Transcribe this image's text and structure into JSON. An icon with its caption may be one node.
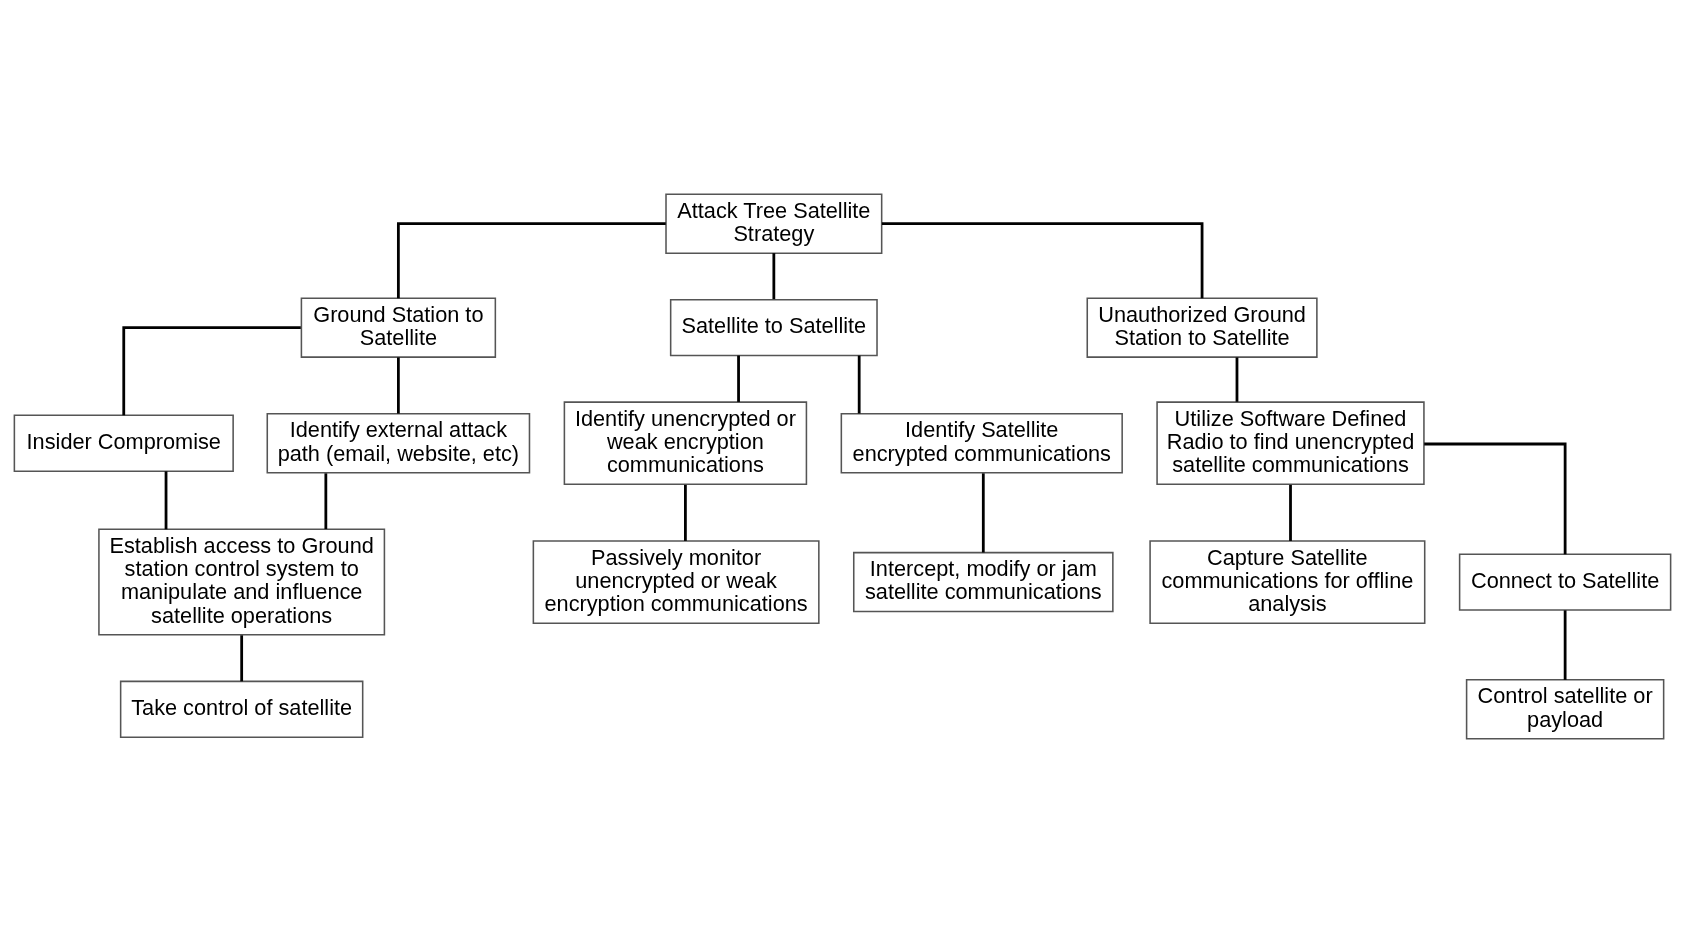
{
  "diagram": {
    "nodes": [
      {
        "text": [
          "Attack Tree Satellite Strategy"
        ]
      },
      {
        "text": [
          "Ground Station to Satellite"
        ]
      },
      {
        "text": [
          "Satellite to Satellite"
        ]
      },
      {
        "text": [
          "Unauthorized Ground Station to Satellite"
        ]
      },
      {
        "text": [
          "Insider Compromise"
        ]
      },
      {
        "text": [
          "Identify external attack path (email, website, etc)"
        ]
      },
      {
        "text": [
          "Establish access to Ground station control system to manipulate and influence satellite operations"
        ]
      },
      {
        "text": [
          "Take control of satellite"
        ]
      },
      {
        "text": [
          "Identify unencrypted or weak encryption communications"
        ]
      },
      {
        "text": [
          "Passively monitor unencrypted or weak encryption communications"
        ]
      },
      {
        "text": [
          "Identify Satellite encrypted communications"
        ]
      },
      {
        "text": [
          "Intercept, modify or jam satellite communications"
        ]
      },
      {
        "text": [
          "Utilize Software Defined Radio to find unencrypted satellite communications"
        ]
      },
      {
        "text": [
          "Capture Satellite communications for offline analysis"
        ]
      },
      {
        "text": [
          "Connect to Satellite"
        ]
      },
      {
        "text": [
          "Control satellite or payload"
        ]
      }
    ],
    "edges": [
      {
        "from": 0,
        "to": 1,
        "arrow": "none"
      },
      {
        "from": 0,
        "to": 2,
        "arrow": "none"
      },
      {
        "from": 0,
        "to": 3,
        "arrow": "none"
      },
      {
        "from": 1,
        "to": 4,
        "arrow": "none"
      },
      {
        "from": 1,
        "to": 5,
        "arrow": "none"
      },
      {
        "from": 4,
        "to": 6,
        "arrow": "none"
      },
      {
        "from": 5,
        "to": 6,
        "arrow": "none"
      },
      {
        "from": 6,
        "to": 7,
        "arrow": "none"
      },
      {
        "from": 2,
        "to": 8,
        "arrow": "none"
      },
      {
        "from": 2,
        "to": 10,
        "arrow": "none"
      },
      {
        "from": 8,
        "to": 9,
        "arrow": "none"
      },
      {
        "from": 10,
        "to": 11,
        "arrow": "none"
      },
      {
        "from": 3,
        "to": 12,
        "arrow": "none"
      },
      {
        "from": 12,
        "to": 13,
        "arrow": "none"
      },
      {
        "from": 12,
        "to": 14,
        "arrow": "none"
      },
      {
        "from": 14,
        "to": 15,
        "arrow": "none"
      }
    ]
  }
}
